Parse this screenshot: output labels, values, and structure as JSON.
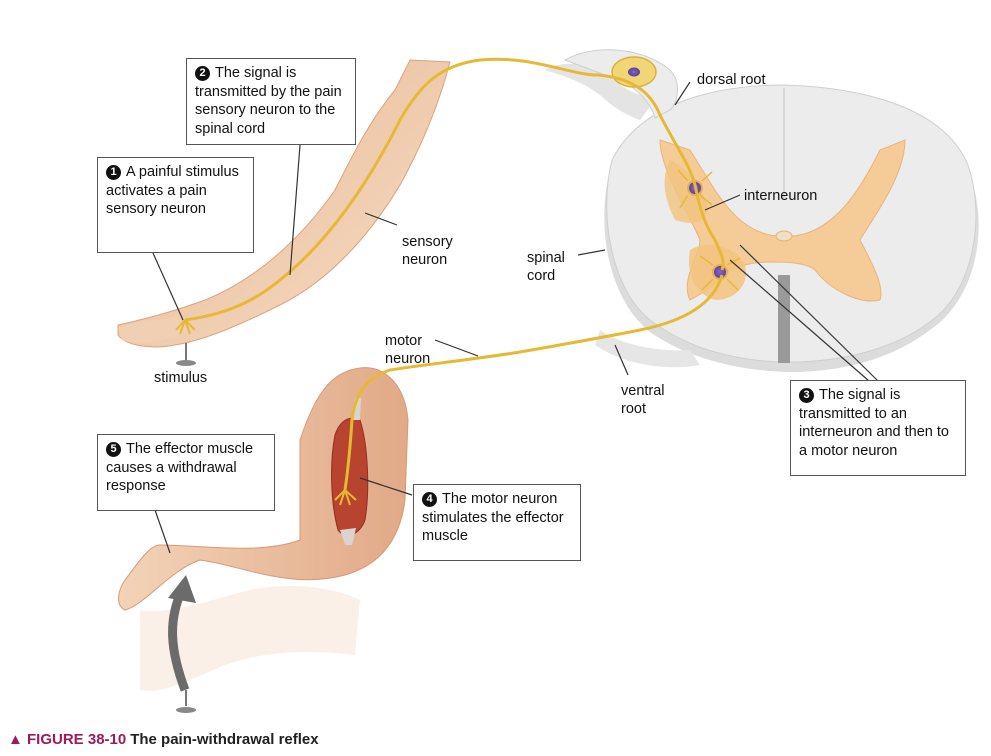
{
  "callouts": [
    {
      "number": "1",
      "text": "A painful stimulus activates a pain sensory neuron"
    },
    {
      "number": "2",
      "text": "The signal is transmitted by the pain sensory neuron to the spinal cord"
    },
    {
      "number": "3",
      "text": "The signal is transmitted to an interneuron and then to a motor neuron"
    },
    {
      "number": "4",
      "text": "The motor neuron stimulates the effector muscle"
    },
    {
      "number": "5",
      "text": "The effector muscle causes a withdrawal response"
    }
  ],
  "labels": {
    "dorsal_root": "dorsal root",
    "interneuron": "interneuron",
    "sensory_neuron": "sensory\nneuron",
    "spinal_cord": "spinal\ncord",
    "motor_neuron": "motor\nneuron",
    "ventral_root": "ventral\nroot",
    "stimulus": "stimulus"
  },
  "caption": {
    "figure_number": "▲ FIGURE 38-10",
    "title": "The pain-withdrawal reflex"
  },
  "colors": {
    "skin": "#efc9a9",
    "neuron": "#e6b935",
    "white_matter": "#ececec",
    "gray_matter": "#f5cc98",
    "muscle": "#b8432e",
    "caption_accent": "#a0195a"
  }
}
